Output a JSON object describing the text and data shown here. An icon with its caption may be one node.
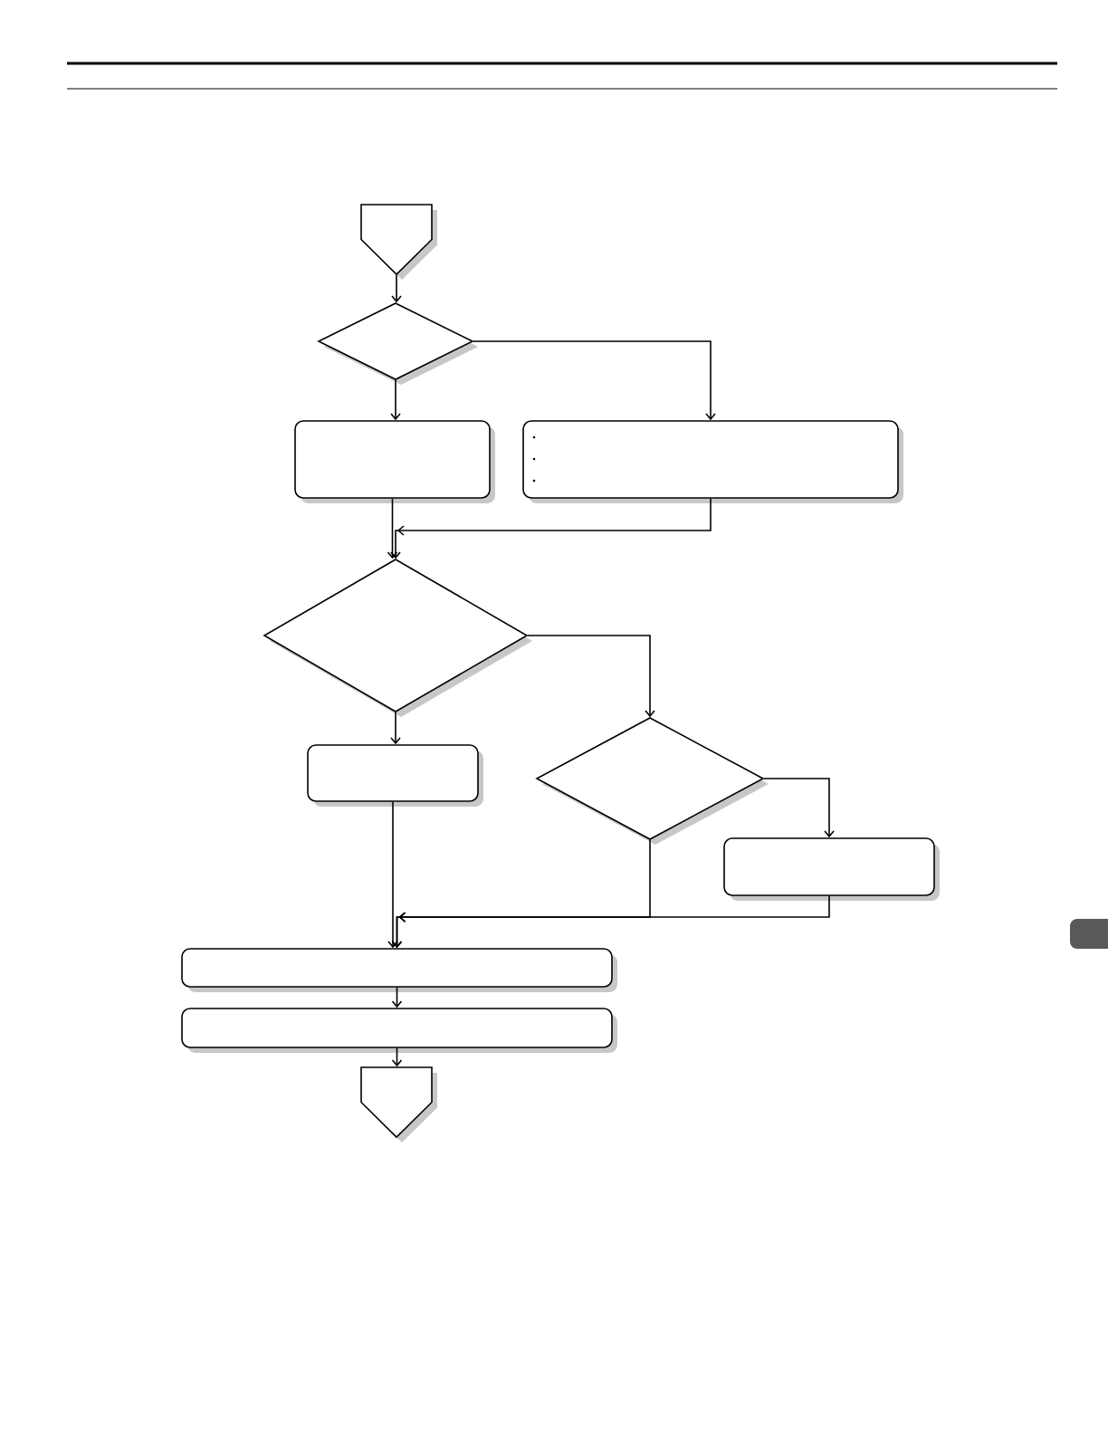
{
  "diagram": {
    "nodes": [
      {
        "text": [],
        "shape": "pentagon"
      },
      {
        "text": [],
        "shape": "diamond"
      },
      {
        "text": [],
        "shape": "box"
      },
      {
        "text": [],
        "shape": "box"
      },
      {
        "text": [],
        "shape": "diamond"
      },
      {
        "text": [],
        "shape": "box"
      },
      {
        "text": [],
        "shape": "diamond"
      },
      {
        "text": [],
        "shape": "box"
      },
      {
        "text": [],
        "shape": "box"
      },
      {
        "text": [],
        "shape": "box"
      },
      {
        "text": [],
        "shape": "pentagon"
      }
    ],
    "edges": [
      {
        "from": 0,
        "to": 1,
        "arrow": "to"
      },
      {
        "from": 1,
        "to": 2,
        "arrow": "to"
      },
      {
        "from": 1,
        "to": 3,
        "arrow": "to"
      },
      {
        "from": 2,
        "to": 4,
        "arrow": "to"
      },
      {
        "from": 3,
        "to": 4,
        "arrow": "to"
      },
      {
        "from": 4,
        "to": 5,
        "arrow": "to"
      },
      {
        "from": 4,
        "to": 6,
        "arrow": "to"
      },
      {
        "from": 5,
        "to": 8,
        "arrow": "to"
      },
      {
        "from": 6,
        "to": 7,
        "arrow": "to"
      },
      {
        "from": 6,
        "to": 8,
        "arrow": "to"
      },
      {
        "from": 7,
        "to": 8,
        "arrow": "to"
      },
      {
        "from": 8,
        "to": 9,
        "arrow": "to"
      },
      {
        "from": 9,
        "to": 10,
        "arrow": "to"
      }
    ]
  }
}
